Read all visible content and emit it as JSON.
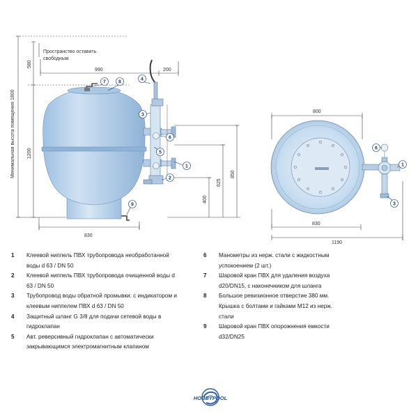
{
  "dimensions": {
    "min_room_height": "Минимальная высота помещения 1800",
    "free_space_note_l1": "Пространство оставить",
    "free_space_note_l2": "свободным",
    "d580": "580",
    "d990": "990",
    "d200": "200",
    "d1200": "1200",
    "d850": "850",
    "d625": "625",
    "d400": "400",
    "d830_left": "830",
    "d800": "800",
    "d830_right": "830",
    "d1190": "1190"
  },
  "callouts": [
    "1",
    "2",
    "3",
    "4",
    "5",
    "6",
    "7",
    "8",
    "9"
  ],
  "legend_left": [
    {
      "num": "1",
      "text": "Клеевой ниппель ПВХ трубопровода необработанной воды d 63 / DN 50"
    },
    {
      "num": "2",
      "text": "Клеевой ниппель ПВХ трубопровода очищенной воды d 63 / DN 50"
    },
    {
      "num": "3",
      "text": "Трубопровод воды обратной промывки: с индикатором и клеевым ниппелем ПВХ d 63 / DN 50"
    },
    {
      "num": "4",
      "text": "Защитный шланг G 3/8 для подачи сетевой воды в гидроклапан"
    },
    {
      "num": "5",
      "text": "Авт. реверсивный гидроклапан с автоматически закрывающимся электромагнитным клапаном"
    }
  ],
  "legend_right": [
    {
      "num": "6",
      "text": "Манометры из нерж. стали с жидкостным успокоением (2 шт.)"
    },
    {
      "num": "7",
      "text": "Шаровой кран ПВХ для удаления воздуха d20/DN15, с наконечником для шланга"
    },
    {
      "num": "8",
      "text": "Большое ревизионное отверстие 380 мм. Крышка с болтами и гайками  М12 из нерж. стали"
    },
    {
      "num": "9",
      "text": "Шаровой кран ПВХ опорожнения емкости d32/DN25"
    }
  ],
  "logo_text": "HOBBYPOOL",
  "colors": {
    "tank_fill": "#b9d3ea",
    "tank_dark": "#8fb3d6",
    "line": "#333333",
    "callout": "#1a3a7a"
  }
}
